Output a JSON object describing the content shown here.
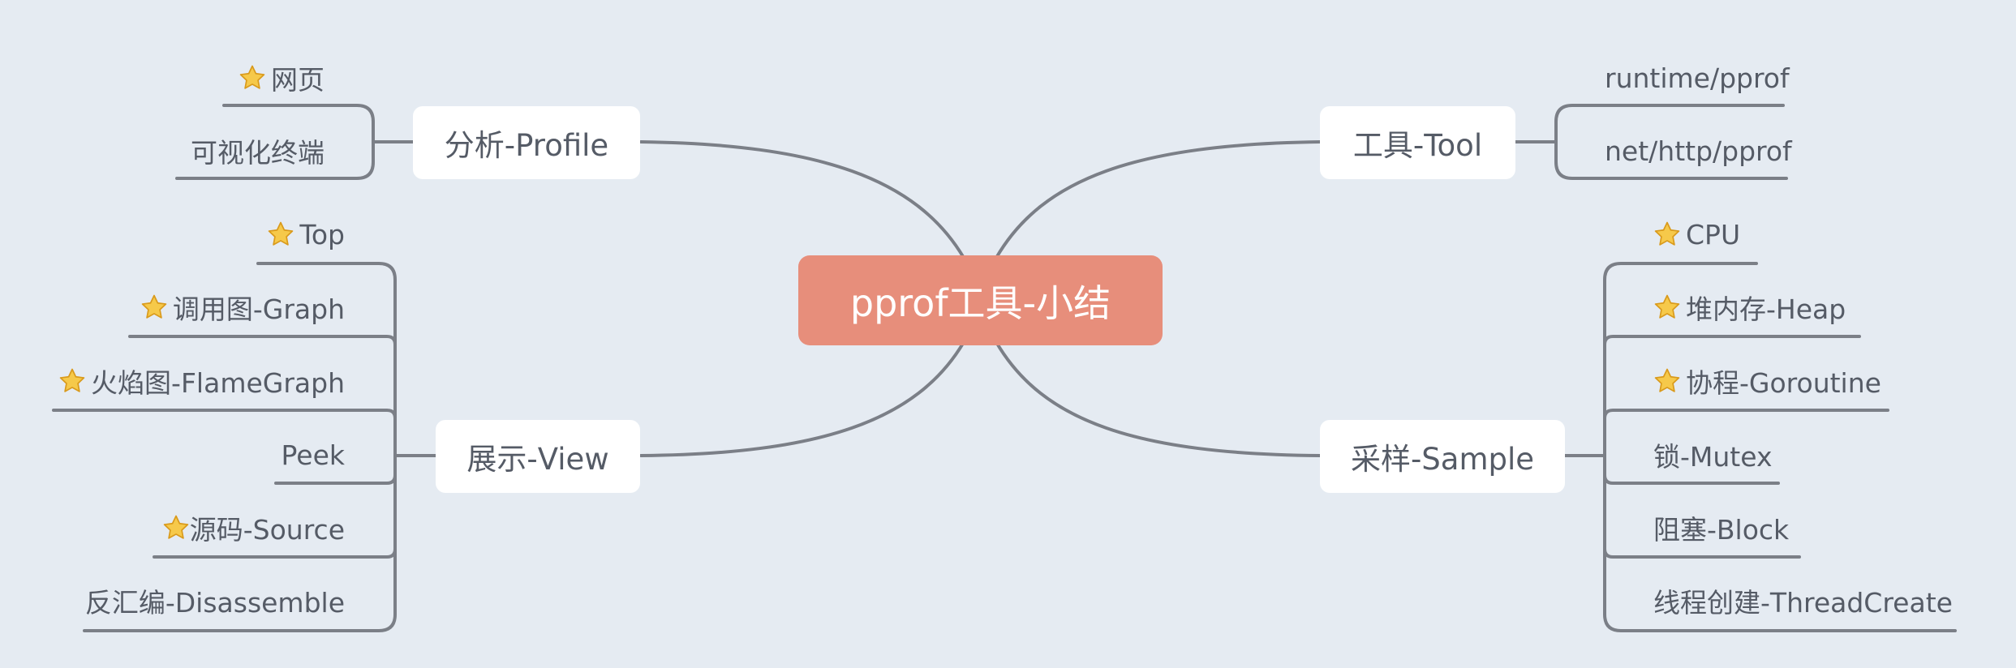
{
  "center": {
    "label": "pprof工具-小结"
  },
  "branches": {
    "profile": {
      "label": "分析-Profile",
      "items": [
        {
          "label": "网页",
          "star": true
        },
        {
          "label": "可视化终端",
          "star": false
        }
      ]
    },
    "view": {
      "label": "展示-View",
      "items": [
        {
          "label": "Top",
          "star": true
        },
        {
          "label": "调用图-Graph",
          "star": true
        },
        {
          "label": "火焰图-FlameGraph",
          "star": true
        },
        {
          "label": "Peek",
          "star": false
        },
        {
          "label": "源码-Source",
          "star": true
        },
        {
          "label": "反汇编-Disassemble",
          "star": false
        }
      ]
    },
    "tool": {
      "label": "工具-Tool",
      "items": [
        {
          "label": "runtime/pprof",
          "star": false
        },
        {
          "label": "net/http/pprof",
          "star": false
        }
      ]
    },
    "sample": {
      "label": "采样-Sample",
      "items": [
        {
          "label": "CPU",
          "star": true
        },
        {
          "label": "堆内存-Heap",
          "star": true
        },
        {
          "label": "协程-Goroutine",
          "star": true
        },
        {
          "label": "锁-Mutex",
          "star": false
        },
        {
          "label": "阻塞-Block",
          "star": false
        },
        {
          "label": "线程创建-ThreadCreate",
          "star": false
        }
      ]
    }
  },
  "colors": {
    "background": "#e5ebf2",
    "center_fill": "#e78e7b",
    "node_fill": "#ffffff",
    "line": "#7b7f87",
    "text": "#555b66",
    "star": "#f6c94a"
  }
}
